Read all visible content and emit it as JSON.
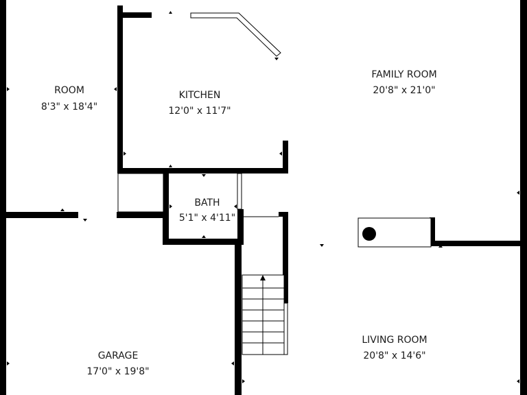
{
  "rooms": {
    "room": {
      "name": "ROOM",
      "dims": "8'3\" x 18'4\""
    },
    "kitchen": {
      "name": "KITCHEN",
      "dims": "12'0\" x 11'7\""
    },
    "family_room": {
      "name": "FAMILY ROOM",
      "dims": "20'8\" x 21'0\""
    },
    "bath": {
      "name": "BATH",
      "dims": "5'1\" x 4'11\""
    },
    "garage": {
      "name": "GARAGE",
      "dims": "17'0\" x 19'8\""
    },
    "living_room": {
      "name": "LIVING ROOM",
      "dims": "20'8\" x 14'6\""
    }
  },
  "colors": {
    "wall": "#000000",
    "background": "#ffffff",
    "text": "#1a1a1a"
  },
  "icons": {
    "fireplace": "fireplace-icon",
    "stairs": "stairs-icon",
    "door_swing": "door-swing-icon"
  }
}
